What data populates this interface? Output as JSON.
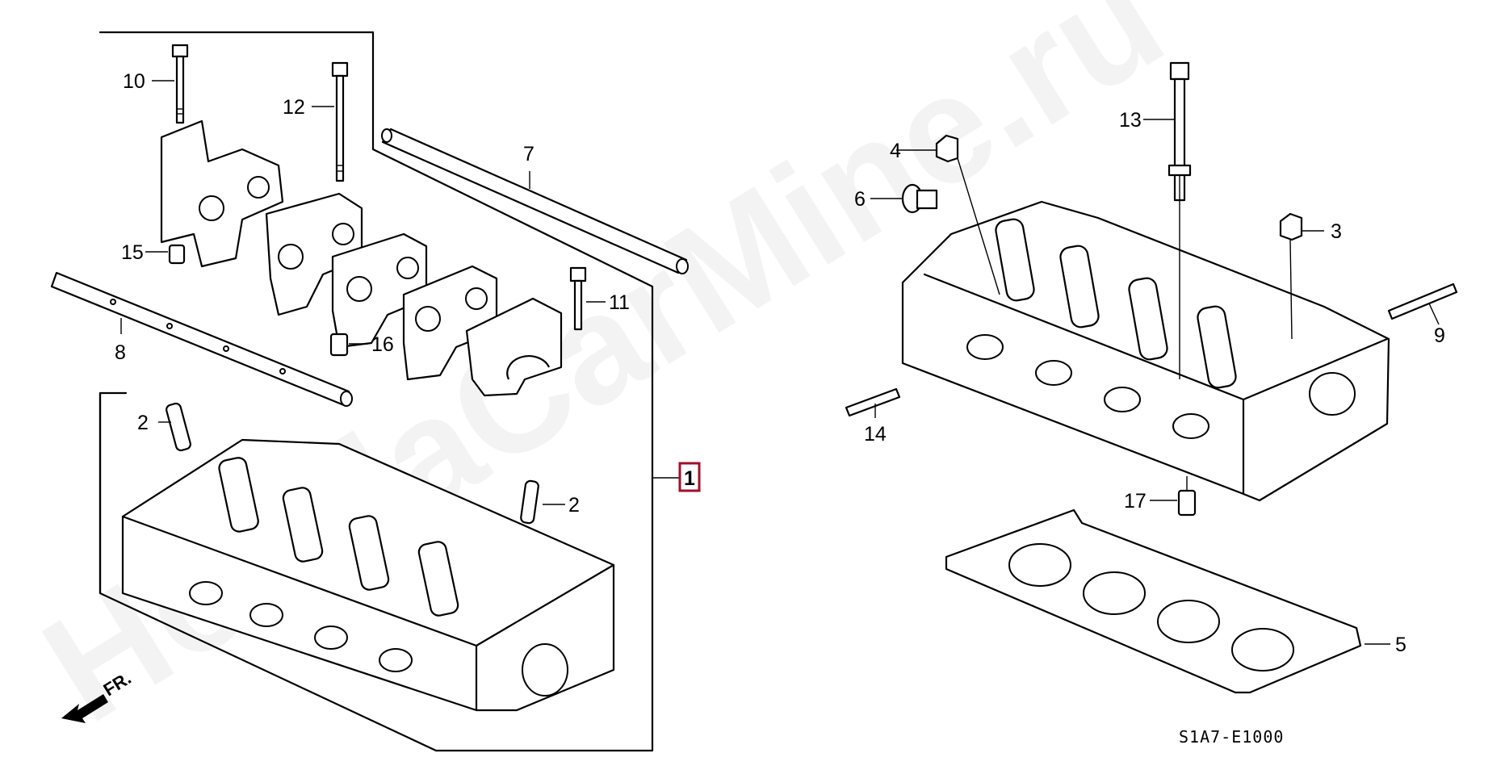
{
  "watermark": "HondaCarMine.ru",
  "diagram_code": "S1A7-E1000",
  "front_indicator": "FR.",
  "assembly_label": "1",
  "accent_color": "#a0102a",
  "callouts": {
    "c2a": "2",
    "c2b": "2",
    "c3": "3",
    "c4": "4",
    "c5": "5",
    "c6": "6",
    "c7": "7",
    "c8": "8",
    "c9": "9",
    "c10": "10",
    "c11": "11",
    "c12": "12",
    "c13": "13",
    "c14": "14",
    "c15": "15",
    "c16": "16",
    "c17": "17"
  }
}
